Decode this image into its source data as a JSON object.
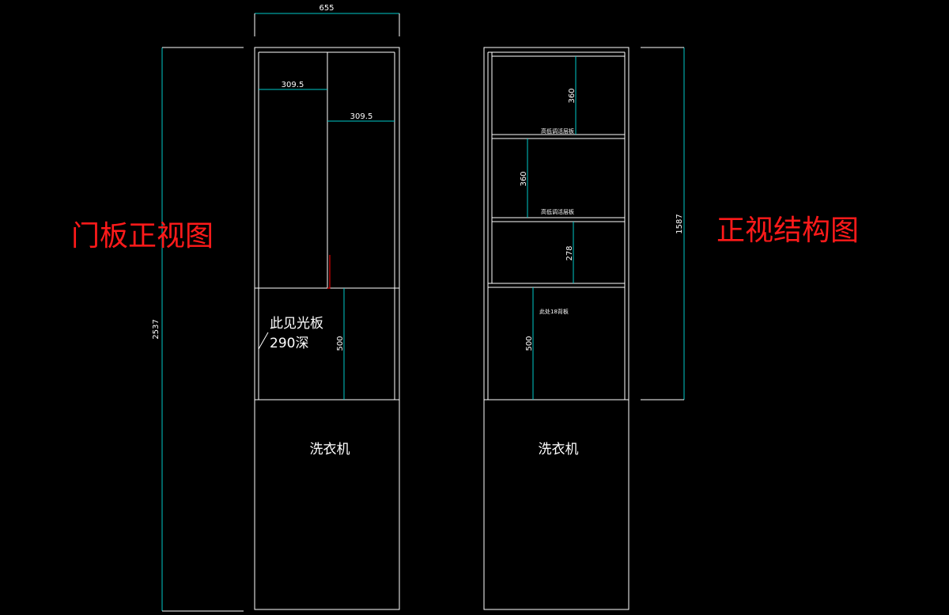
{
  "titles": {
    "door_front_view": "门板正视图",
    "structure_front_view": "正视结构图"
  },
  "dimensions": {
    "overall_width": "655",
    "left_door_width": "309.5",
    "right_door_width": "309.5",
    "overall_height": "2537",
    "cabinet_height": "1587",
    "shelf_gap_1": "360",
    "shelf_gap_2": "360",
    "shelf_gap_3": "278",
    "open_section_left": "500",
    "open_section_right": "500"
  },
  "notes": {
    "visible_panel_line1": "此见光板",
    "visible_panel_line2": "290深",
    "washing_machine_left": "洗衣机",
    "washing_machine_right": "洗衣机",
    "adjustable_shelf_1": "高低调活层板",
    "adjustable_shelf_2": "高低调活层板",
    "back_panel_note": "此处18背板"
  },
  "colors": {
    "background": "#000000",
    "outline": "#ffffff",
    "dimension": "#00c8c8",
    "title": "#ff1a1a",
    "marker": "#e00000"
  }
}
